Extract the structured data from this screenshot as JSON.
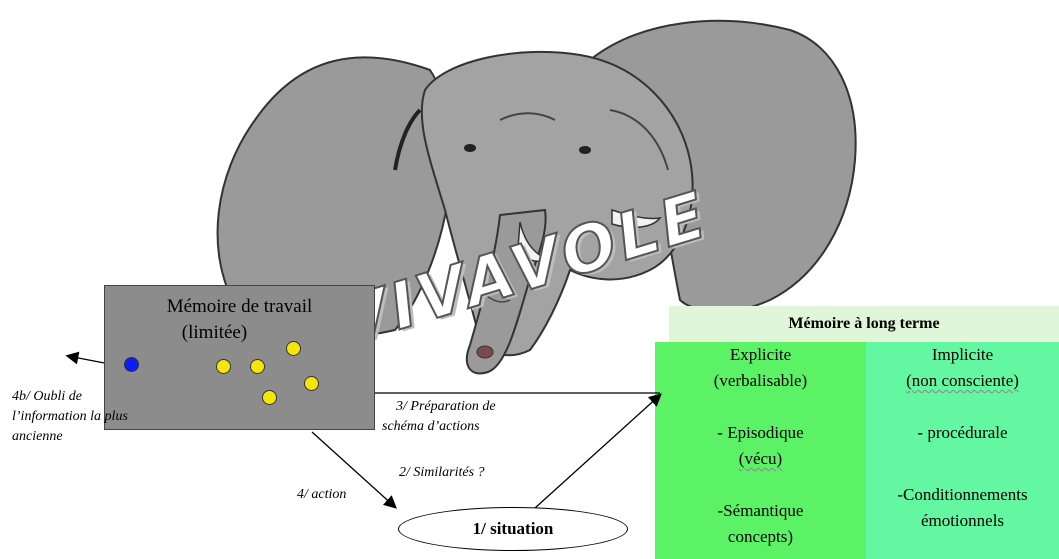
{
  "watermark": "VIVAVOLE",
  "working_memory": {
    "title_line1": "Mémoire de travail",
    "title_line2": "(limitée)"
  },
  "long_term_memory": {
    "header": "Mémoire à long terme",
    "explicit": {
      "title": "Explicite",
      "subtitle": "(verbalisable)",
      "item1_line1": "- Episodique",
      "item1_line2": "(vécu)",
      "item2_line1": "-Sémantique",
      "item2_line2": "concepts)"
    },
    "implicit": {
      "title": "Implicite",
      "subtitle": "(non consciente)",
      "item1": "- procédurale",
      "item2_line1": "-Conditionnements",
      "item2_line2": "émotionnels"
    }
  },
  "steps": {
    "forget_line1": "4b/ Oubli de",
    "forget_line2": "l’information la plus",
    "forget_line3": "ancienne",
    "prep_line1": "3/ Préparation de",
    "prep_line2": "schéma d’actions",
    "similarities": "2/ Similarités ?",
    "action": "4/ action",
    "situation": "1/ situation"
  },
  "colors": {
    "elephant": "#9a9a9a",
    "working_memory_box": "#8c8c8c",
    "explicit_column": "#5cf266",
    "implicit_column": "#63f7a1",
    "header_band": "#dff7d8",
    "forgotten_dot": "#0a1ef5",
    "memory_dot": "#f5e60a"
  }
}
